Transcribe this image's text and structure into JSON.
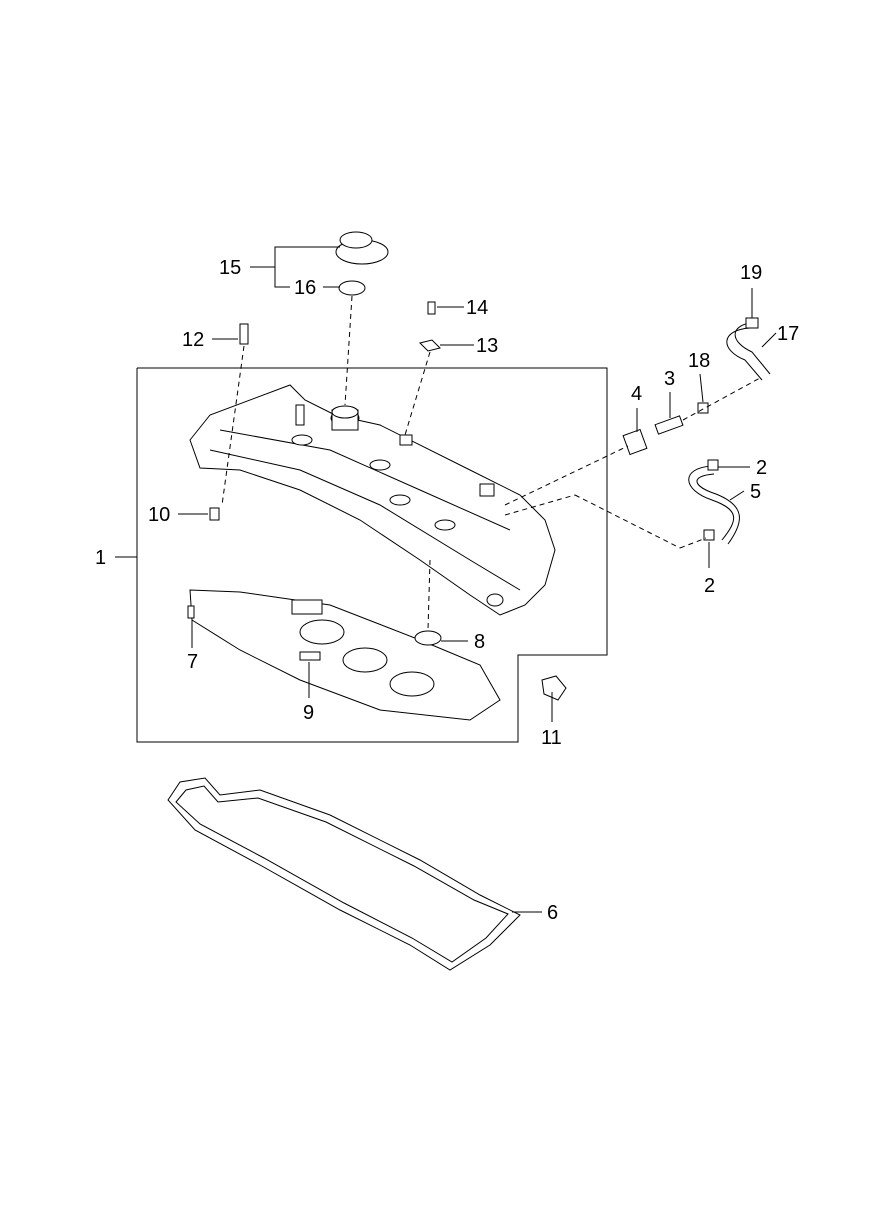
{
  "diagram": {
    "callouts": {
      "c1": "1",
      "c2a": "2",
      "c2b": "2",
      "c3": "3",
      "c4": "4",
      "c5": "5",
      "c6": "6",
      "c7": "7",
      "c8": "8",
      "c9": "9",
      "c10": "10",
      "c11": "11",
      "c12": "12",
      "c13": "13",
      "c14": "14",
      "c15": "15",
      "c16": "16",
      "c17": "17",
      "c18": "18",
      "c19": "19"
    }
  }
}
